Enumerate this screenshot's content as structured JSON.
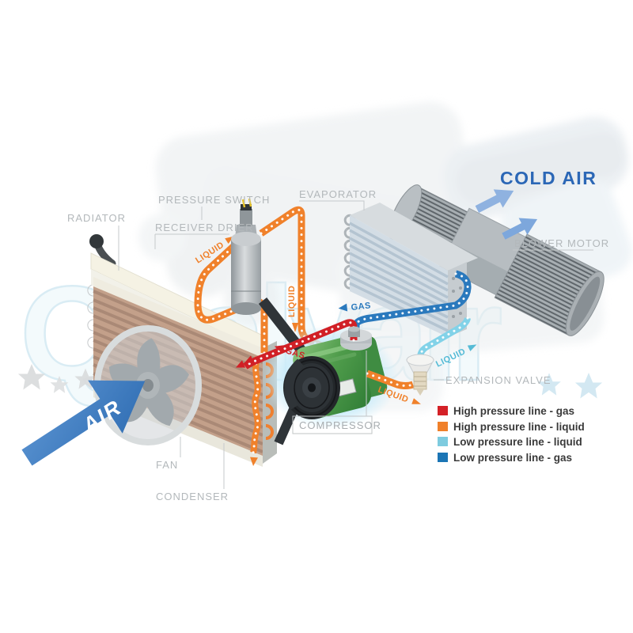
{
  "watermark": {
    "brand": "Qualyair"
  },
  "part_labels": {
    "radiator": "RADIATOR",
    "pressure_switch": "PRESSURE SWITCH",
    "receiver_drier": "RECEIVER DRIER",
    "evaporator": "EVAPORATOR",
    "blower_motor": "BLOWER MOTOR",
    "expansion_valve": "EXPANSION VALVE",
    "compressor": "COMPRESSOR",
    "fan": "FAN",
    "condenser": "CONDENSER"
  },
  "flow_labels": {
    "cold_air": "COLD AIR",
    "air": "AIR",
    "liquid": "LIQUID",
    "gas": "GAS"
  },
  "legend": {
    "items": [
      {
        "label": "High pressure line - gas",
        "color": "#d42127"
      },
      {
        "label": "High pressure line - liquid",
        "color": "#f0802a"
      },
      {
        "label": "Low pressure line - liquid",
        "color": "#7ecbdf"
      },
      {
        "label": "Low pressure line -  gas",
        "color": "#1b75b5"
      }
    ]
  },
  "pipe_colors": {
    "high_pressure_gas": "#d12026",
    "high_pressure_liquid": "#f0812b",
    "low_pressure_liquid": "#82d2e8",
    "low_pressure_gas": "#2a79bd"
  }
}
